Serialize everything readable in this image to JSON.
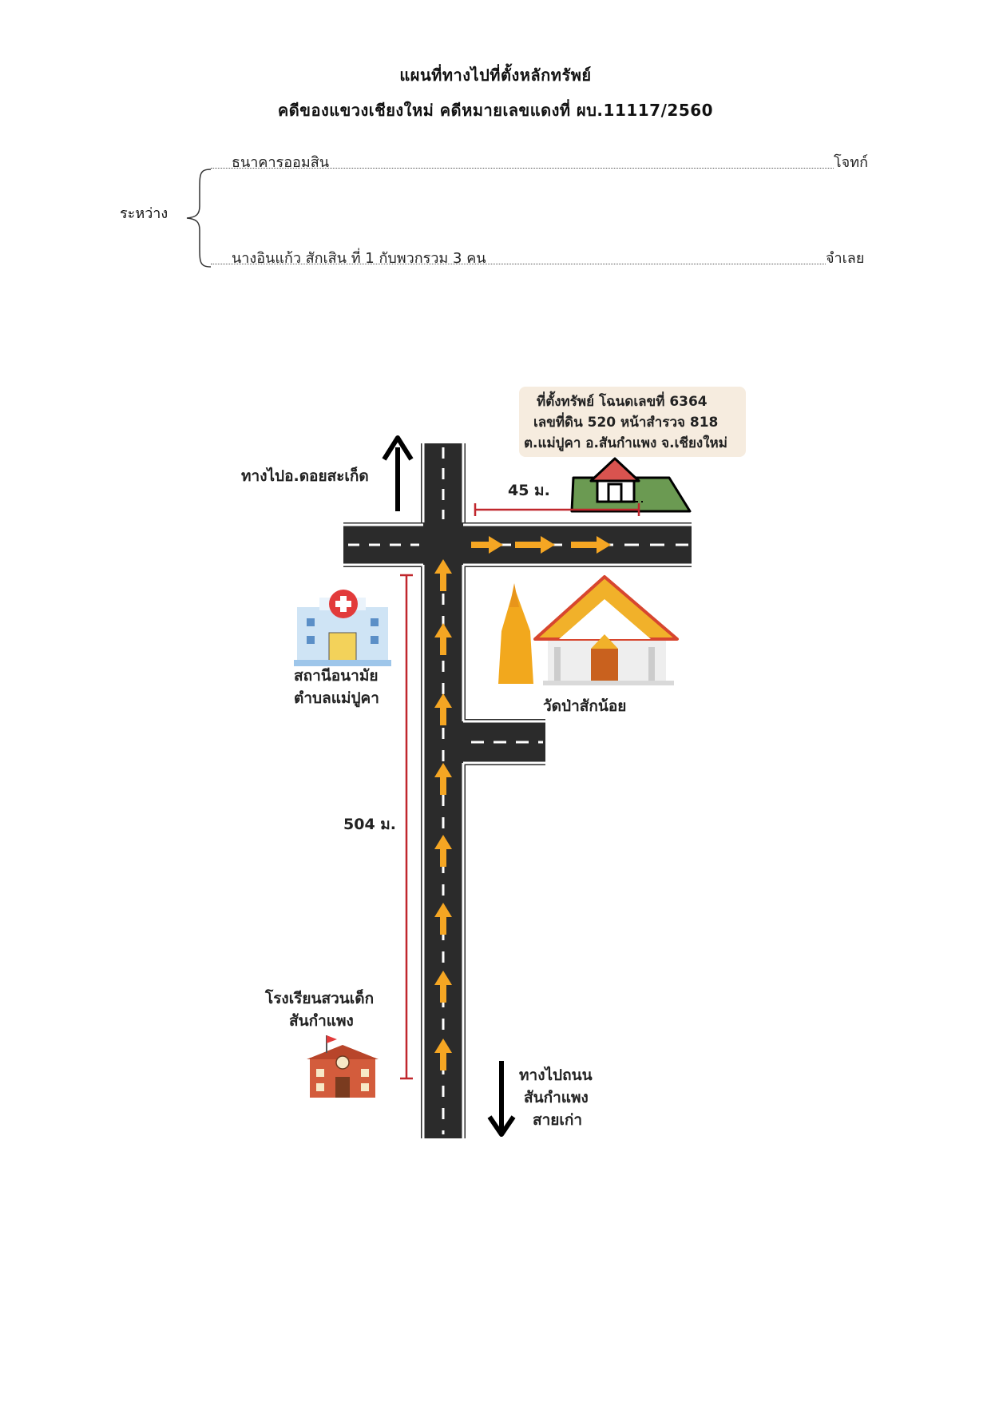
{
  "header": {
    "title": "แผนที่ทางไปที่ตั้งหลักทรัพย์",
    "subtitle": "คดีของแขวงเชียงใหม่  คดีหมายเลขแดงที่ ผบ.11117/2560"
  },
  "parties": {
    "between_label": "ระหว่าง",
    "plaintiff_name": "ธนาคารออมสิน",
    "plaintiff_role": "โจทก์",
    "defendant_name": "นางอินแก้ว สักเสิน  ที่ 1  กับพวกรวม 3 คน",
    "defendant_role": "จำเลย"
  },
  "map": {
    "property_box": {
      "line1": "ที่ตั้งทรัพย์ โฉนดเลขที่  6364",
      "line2": "เลขที่ดิน 520 หน้าสำรวจ 818",
      "line3": "ต.แม่ปูคา อ.สันกำแพง จ.เชียงใหม่"
    },
    "north_label": "ทางไปอ.ดอยสะเก็ด",
    "south_label_1": "ทางไปถนน",
    "south_label_2": "สันกำแพง",
    "south_label_3": "สายเก่า",
    "dist_45": "45 ม.",
    "dist_504": "504 ม.",
    "health_1": "สถานีอนามัย",
    "health_2": "ตำบลแม่ปูคา",
    "temple": "วัดป่าสักน้อย",
    "school_1": "โรงเรียนสวนเด็ก",
    "school_2": "สันกำแพง"
  },
  "colors": {
    "road": "#2b2b2b",
    "arrow": "#f5a623",
    "distance": "#c0272d",
    "box_bg": "#f6ecdf",
    "land": "#6b9a52"
  }
}
